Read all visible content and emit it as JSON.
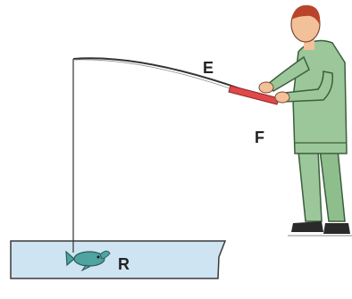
{
  "labels": {
    "rod": "E",
    "hand_force": "F",
    "fish": "R"
  },
  "colors": {
    "water": "#cfe4f2",
    "water_outline": "#3a3a3a",
    "shirt": "#9cc79a",
    "shirt_outline": "#3d5e3d",
    "skin": "#f2c19a",
    "hair": "#b8452a",
    "rod_grip": "#e0484a",
    "fish": "#4fa3a0",
    "line": "#333333"
  },
  "icons": {
    "fish": "fish-icon",
    "fisherman": "person-icon"
  }
}
